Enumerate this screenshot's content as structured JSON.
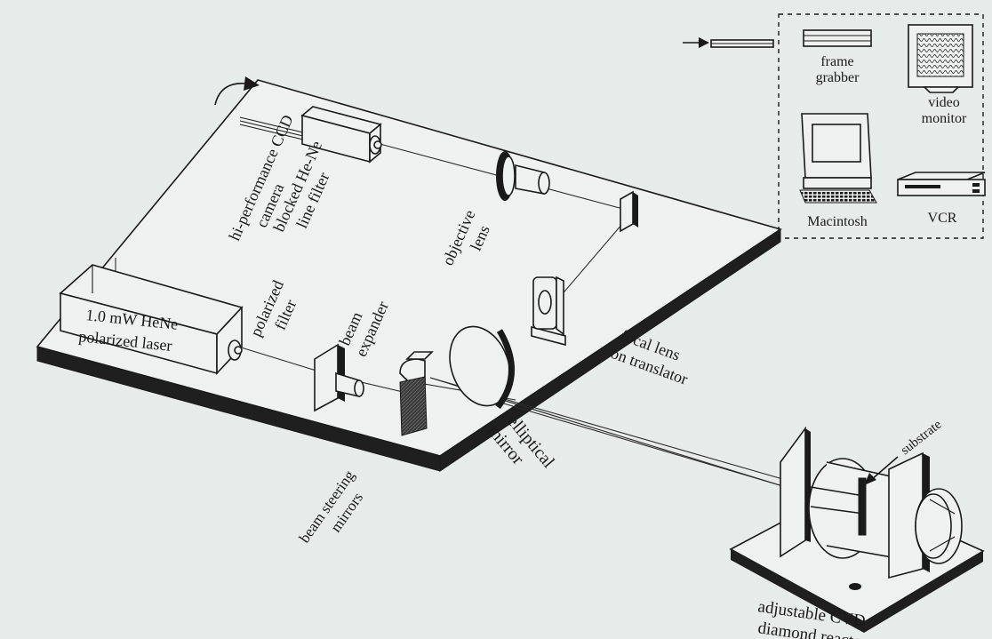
{
  "labels": {
    "camera": "hi-performance CCD",
    "camera_line2": "camera",
    "line_filter": "blocked He-Ne",
    "line_filter_line2": "line filter",
    "objective_lens": "objective",
    "objective_lens_line2": "lens",
    "polarized_filter": "polarized",
    "polarized_filter_line2": "filter",
    "laser": "1.0 mW HeNe",
    "laser_line2": "polarized laser",
    "beam_expander": "beam",
    "beam_expander_line2": "expander",
    "focal_lens": "focal lens",
    "focal_lens_line2": "on translator",
    "elliptical_mirror": "elliptical",
    "elliptical_mirror_line2": "mirror",
    "steering_mirrors": "beam steering",
    "steering_mirrors_line2": "mirrors",
    "reactor": "adjustable CVD",
    "reactor_line2": "diamond reactor",
    "substrate": "substrate",
    "frame_grabber": "frame",
    "frame_grabber_line2": "grabber",
    "video_monitor": "video",
    "video_monitor_line2": "monitor",
    "macintosh": "Macintosh",
    "vcr": "VCR"
  },
  "colors": {
    "ink": "#1a1a1a",
    "paper": "#e7ebe9"
  },
  "icons": [
    "rotate-arrow-icon",
    "input-arrow-icon"
  ]
}
